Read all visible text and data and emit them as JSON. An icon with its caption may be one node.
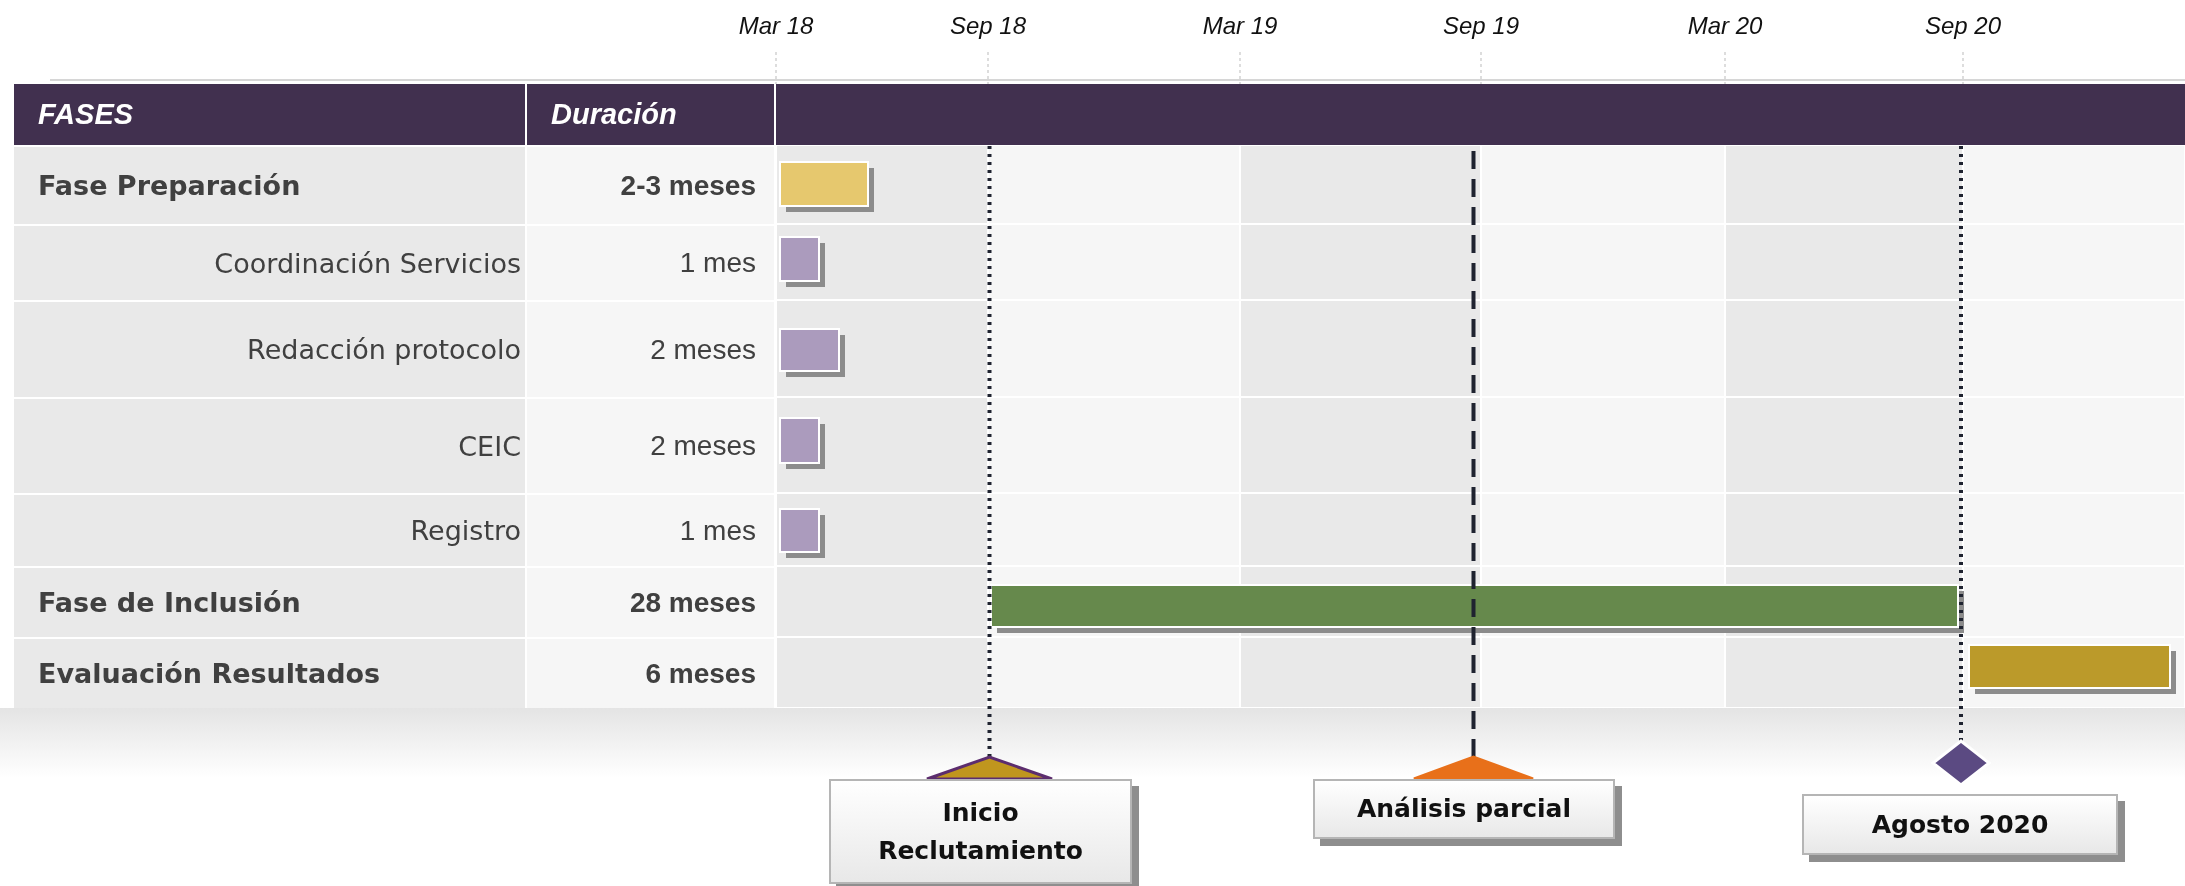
{
  "diagram": {
    "nodes": [
      {
        "text": [],
        "shape": "triangle"
      },
      {
        "text": [
          "Inicio Reclutamiento"
        ]
      },
      {
        "text": [],
        "shape": "triangle"
      },
      {
        "text": [
          "Análisis parcial"
        ]
      },
      {
        "text": [],
        "shape": "diamond"
      },
      {
        "text": [
          "Agosto 2020"
        ]
      },
      {
        "text": [],
        "shape": "bar"
      }
    ],
    "edges": [
      {
        "from": 0,
        "to": 6,
        "arrow": "none"
      },
      {
        "from": 2,
        "to": 6,
        "arrow": "none",
        "style": "dashed"
      },
      {
        "from": 4,
        "to": 6,
        "arrow": "none"
      }
    ],
    "labels": [
      "Mar 18",
      "Sep 18",
      "Mar 19",
      "Sep 19",
      "Mar 20",
      "Sep 20",
      "FASES",
      "Duración",
      "Fase Preparación",
      "2-3 meses",
      "Coordinación Servicios",
      "1 mes",
      "Redacción protocolo",
      "2 meses",
      "CEIC",
      "2 meses",
      "Registro",
      "1 mes",
      "Fase de Inclusión",
      "28 meses",
      "Evaluación Resultados",
      "6 meses"
    ]
  }
}
